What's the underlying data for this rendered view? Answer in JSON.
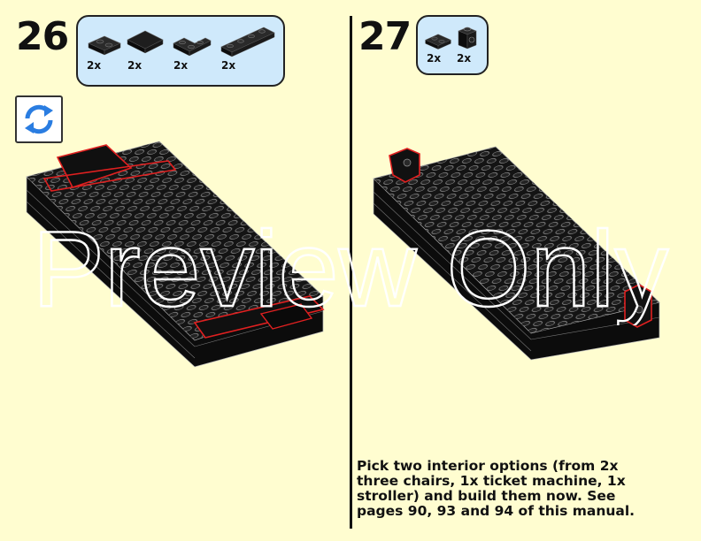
{
  "steps": [
    {
      "number": "26",
      "parts": [
        {
          "icon": "plate-1x2-icon",
          "qty": "2x"
        },
        {
          "icon": "tile-2x2-icon",
          "qty": "2x"
        },
        {
          "icon": "plate-corner-icon",
          "qty": "2x"
        },
        {
          "icon": "plate-1x4-icon",
          "qty": "2x"
        }
      ],
      "rotate_icon": "rotate-icon"
    },
    {
      "number": "27",
      "parts": [
        {
          "icon": "plate-1x2-icon",
          "qty": "2x"
        },
        {
          "icon": "brick-1x1-stud-side-icon",
          "qty": "2x"
        }
      ]
    }
  ],
  "instruction_lines": [
    "Pick two interior options (from 2x",
    "three chairs, 1x ticket machine, 1x",
    "stroller) and build them now. See",
    "pages 90, 93 and 94 of this manual."
  ],
  "watermark": "Preview Only",
  "colors": {
    "background": "#fffdd0",
    "parts_box": "#cfe9fb",
    "highlight": "#e02020",
    "brick": "#141414"
  }
}
